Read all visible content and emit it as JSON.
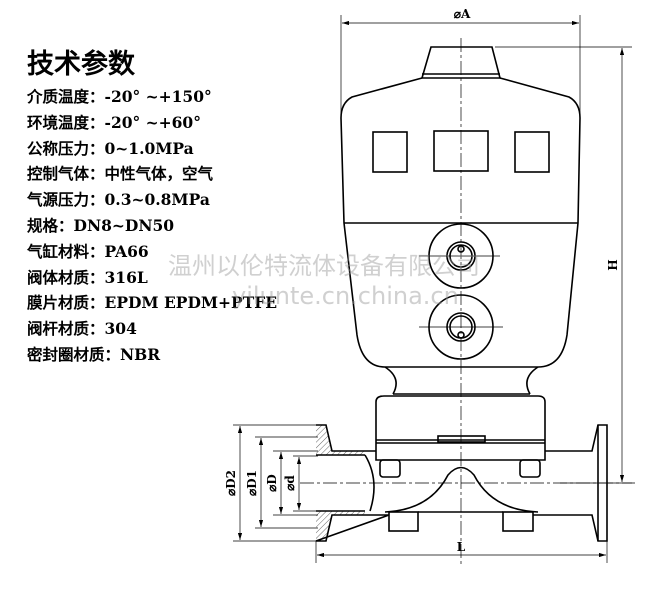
{
  "title": "技术参数",
  "specs": [
    {
      "label": "介质温度：",
      "value": "-20° ~+150°"
    },
    {
      "label": "环境温度：",
      "value": "-20° ~+60°"
    },
    {
      "label": "公称压力：",
      "value": "0~1.0MPa"
    },
    {
      "label": "控制气体：",
      "value": "中性气体，空气"
    },
    {
      "label": "气源压力：",
      "value": "0.3~0.8MPa"
    },
    {
      "label": "规格：",
      "value": "DN8~DN50"
    },
    {
      "label": "气缸材料：",
      "value": "PA66"
    },
    {
      "label": "阀体材质：",
      "value": "316L"
    },
    {
      "label": "膜片材质：",
      "value": "EPDM EPDM+PTFE"
    },
    {
      "label": "阀杆材质：",
      "value": "304"
    },
    {
      "label": "密封圈材质：",
      "value": "NBR"
    }
  ],
  "dimensions": {
    "A": "⌀A",
    "H": "H",
    "L": "L",
    "D2": "⌀D2",
    "D1": "⌀D1",
    "D": "⌀D",
    "d": "⌀d"
  },
  "watermark": {
    "company": "温州以伦特流体设备有限公司",
    "site": "yilunte.cn.china.cn"
  }
}
